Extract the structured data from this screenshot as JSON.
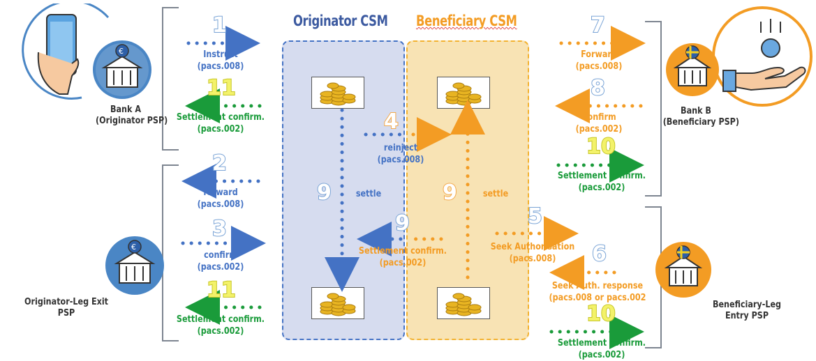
{
  "titles": {
    "originator_csm": "Originator CSM",
    "beneficiary_csm": "Beneficiary CSM"
  },
  "participants": {
    "bank_a": {
      "line1": "Bank A",
      "line2": "(Originator PSP)"
    },
    "bank_b": {
      "line1": "Bank B",
      "line2": "(Beneficiary PSP)"
    },
    "orig_exit": {
      "line1": "Originator-Leg Exit",
      "line2": "PSP"
    },
    "ben_entry": {
      "line1": "Beneficiary-Leg",
      "line2": "Entry PSP"
    }
  },
  "steps": [
    {
      "num": "1",
      "label": "Instruct",
      "msg": "(pacs.008)"
    },
    {
      "num": "11",
      "label": "Settlement confirm.",
      "msg": "(pacs.002)"
    },
    {
      "num": "2",
      "label": "forward",
      "msg": "(pacs.008)"
    },
    {
      "num": "3",
      "label": "confirm",
      "msg": "(pacs.002)"
    },
    {
      "num": "11",
      "label": "Settlement confirm.",
      "msg": "(pacs.002)"
    },
    {
      "num": "4",
      "label": "reinject",
      "msg": "(pacs.008)"
    },
    {
      "num": "9",
      "label": "settle",
      "msg": ""
    },
    {
      "num": "9",
      "label": "settle",
      "msg": ""
    },
    {
      "num": "9",
      "label": "Settlement confirm.",
      "msg": "(pacs.002)"
    },
    {
      "num": "5",
      "label": "Seek Authorisation",
      "msg": "(pacs.008)"
    },
    {
      "num": "6",
      "label": "Seek Auth. response",
      "msg": "(pacs.008 or pacs.002"
    },
    {
      "num": "10",
      "label": "Settlement confirm.",
      "msg": "(pacs.002)"
    },
    {
      "num": "7",
      "label": "Forward",
      "msg": "(pacs.008)"
    },
    {
      "num": "8",
      "label": "Confirm",
      "msg": "(pacs.002)"
    },
    {
      "num": "10",
      "label": "Settlement confirm.",
      "msg": "(pacs.002)"
    }
  ],
  "colors": {
    "blue": "#4472c4",
    "orange": "#f39c24",
    "green": "#1a9b3a",
    "csm_blue_fill": "#d6dcef",
    "csm_orange_fill": "#f8e3b4"
  },
  "icons": [
    "smartphone-in-hand-icon",
    "bank-euro-icon",
    "bank-krona-icon",
    "hand-receiving-coin-icon",
    "gold-coins-icon"
  ]
}
